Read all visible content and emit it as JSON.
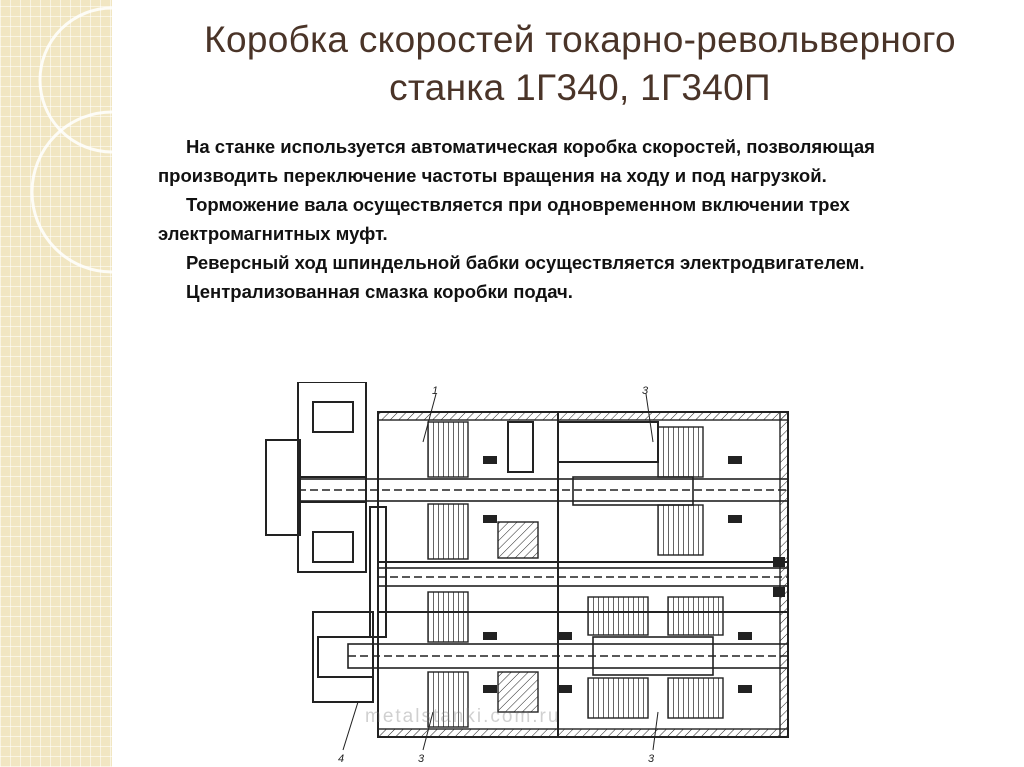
{
  "slide": {
    "title": "Коробка скоростей токарно-револьверного станка 1Г340, 1Г340П",
    "paragraphs": [
      "На станке используется автоматическая коробка скоростей, позволяющая производить переключение частоты вращения на ходу и под нагрузкой.",
      "Торможение вала осуществляется при одновременном включении трех электромагнитных муфт.",
      "Реверсный ход шпиндельной бабки осуществляется электродвигателем.",
      "Централизованная смазка коробки подач."
    ]
  },
  "diagram": {
    "labels": [
      "1",
      "3",
      "4",
      "3",
      "3"
    ],
    "watermark": "metalstanki.com.ru"
  },
  "colors": {
    "title": "#4a3428",
    "band": "#f1e6c2",
    "ink": "#222222"
  }
}
